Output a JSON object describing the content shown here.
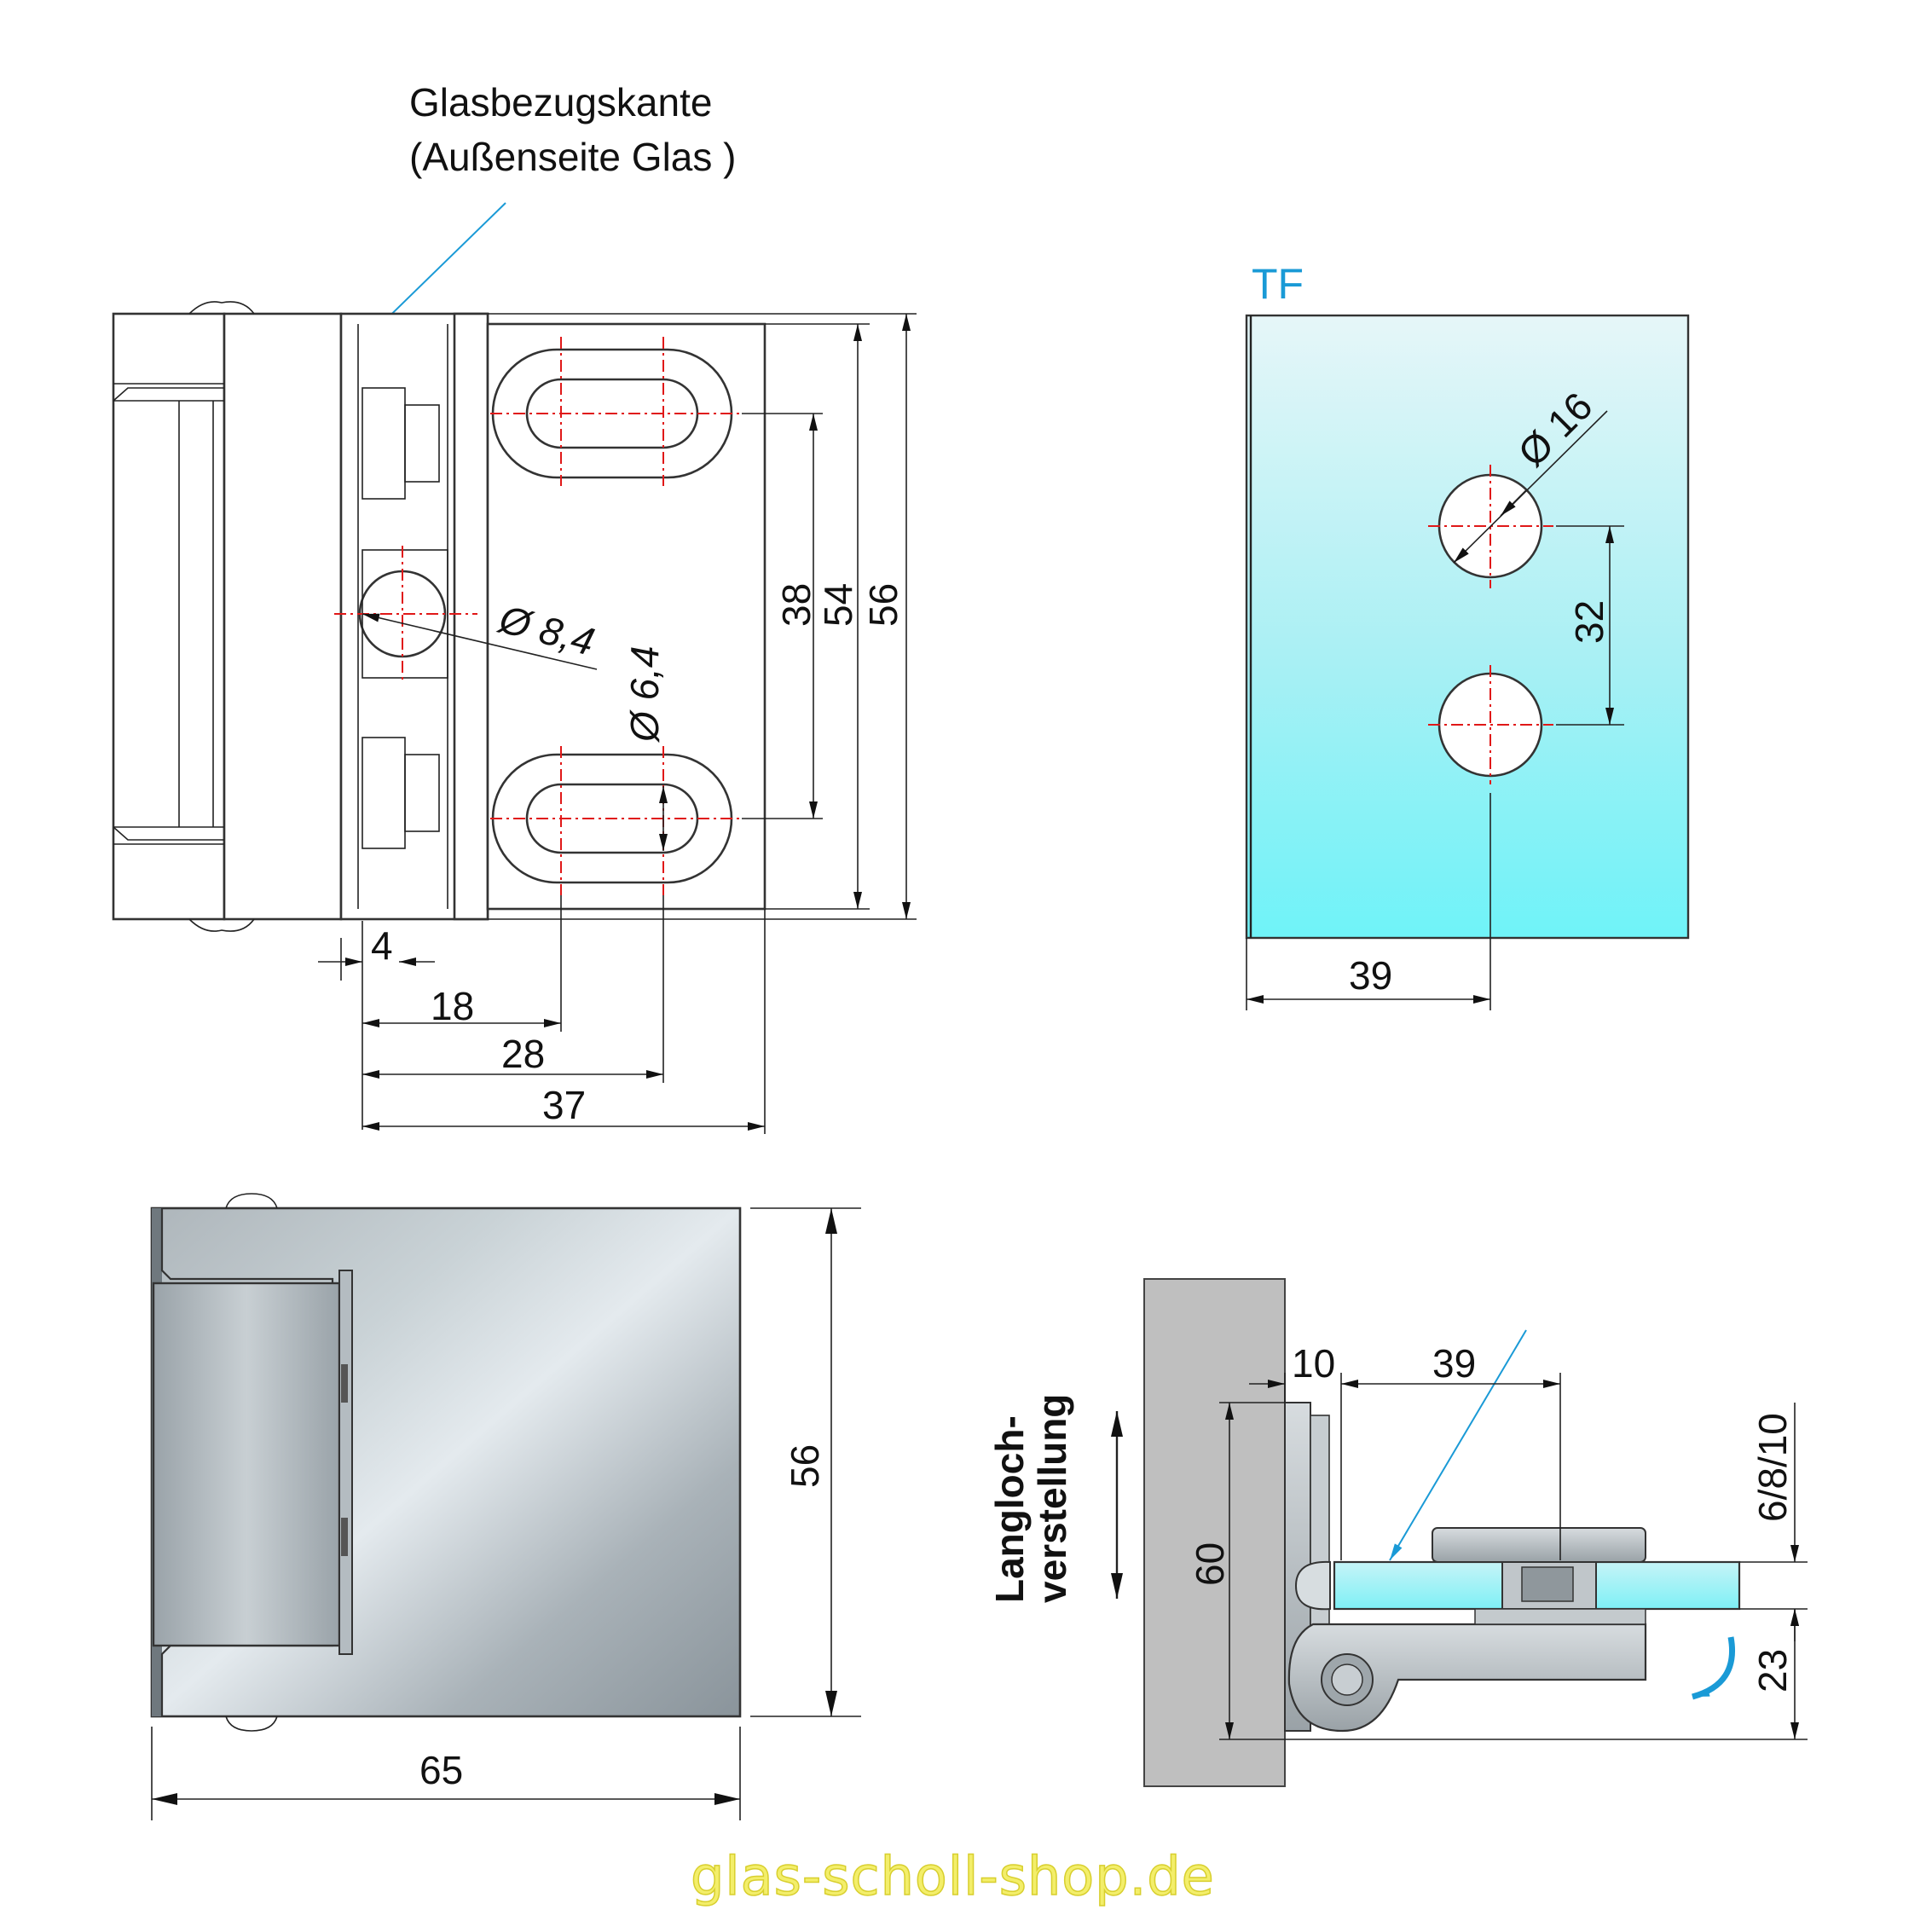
{
  "top_view": {
    "ref_label_line1": "Glasbezugskante",
    "ref_label_line2": "(Außenseite Glas )",
    "dia_big": "Ø 8,4",
    "dia_small": "Ø 6,4",
    "dim_4": "4",
    "dim_18": "18",
    "dim_28": "28",
    "dim_37": "37",
    "dim_38": "38",
    "dim_54": "54",
    "dim_56": "56"
  },
  "glass_view": {
    "title": "TF",
    "dia_hole": "Ø 16",
    "dim_32": "32",
    "dim_39": "39"
  },
  "front_view": {
    "dim_56": "56",
    "dim_65": "65"
  },
  "side_view": {
    "slot_label_line1": "Langloch-",
    "slot_label_line2": "verstellung",
    "dim_10": "10",
    "dim_39": "39",
    "dim_60": "60",
    "dim_glass": "6/8/10",
    "dim_23": "23"
  },
  "footer": {
    "brand": "glas-scholl-shop.de"
  },
  "colors": {
    "accent_blue": "#1a9ad6",
    "center_red": "#e01818",
    "brand_yellow": "#f3ee6a",
    "glass_top": "#e6f6f8",
    "glass_bottom": "#6ff3f8"
  }
}
